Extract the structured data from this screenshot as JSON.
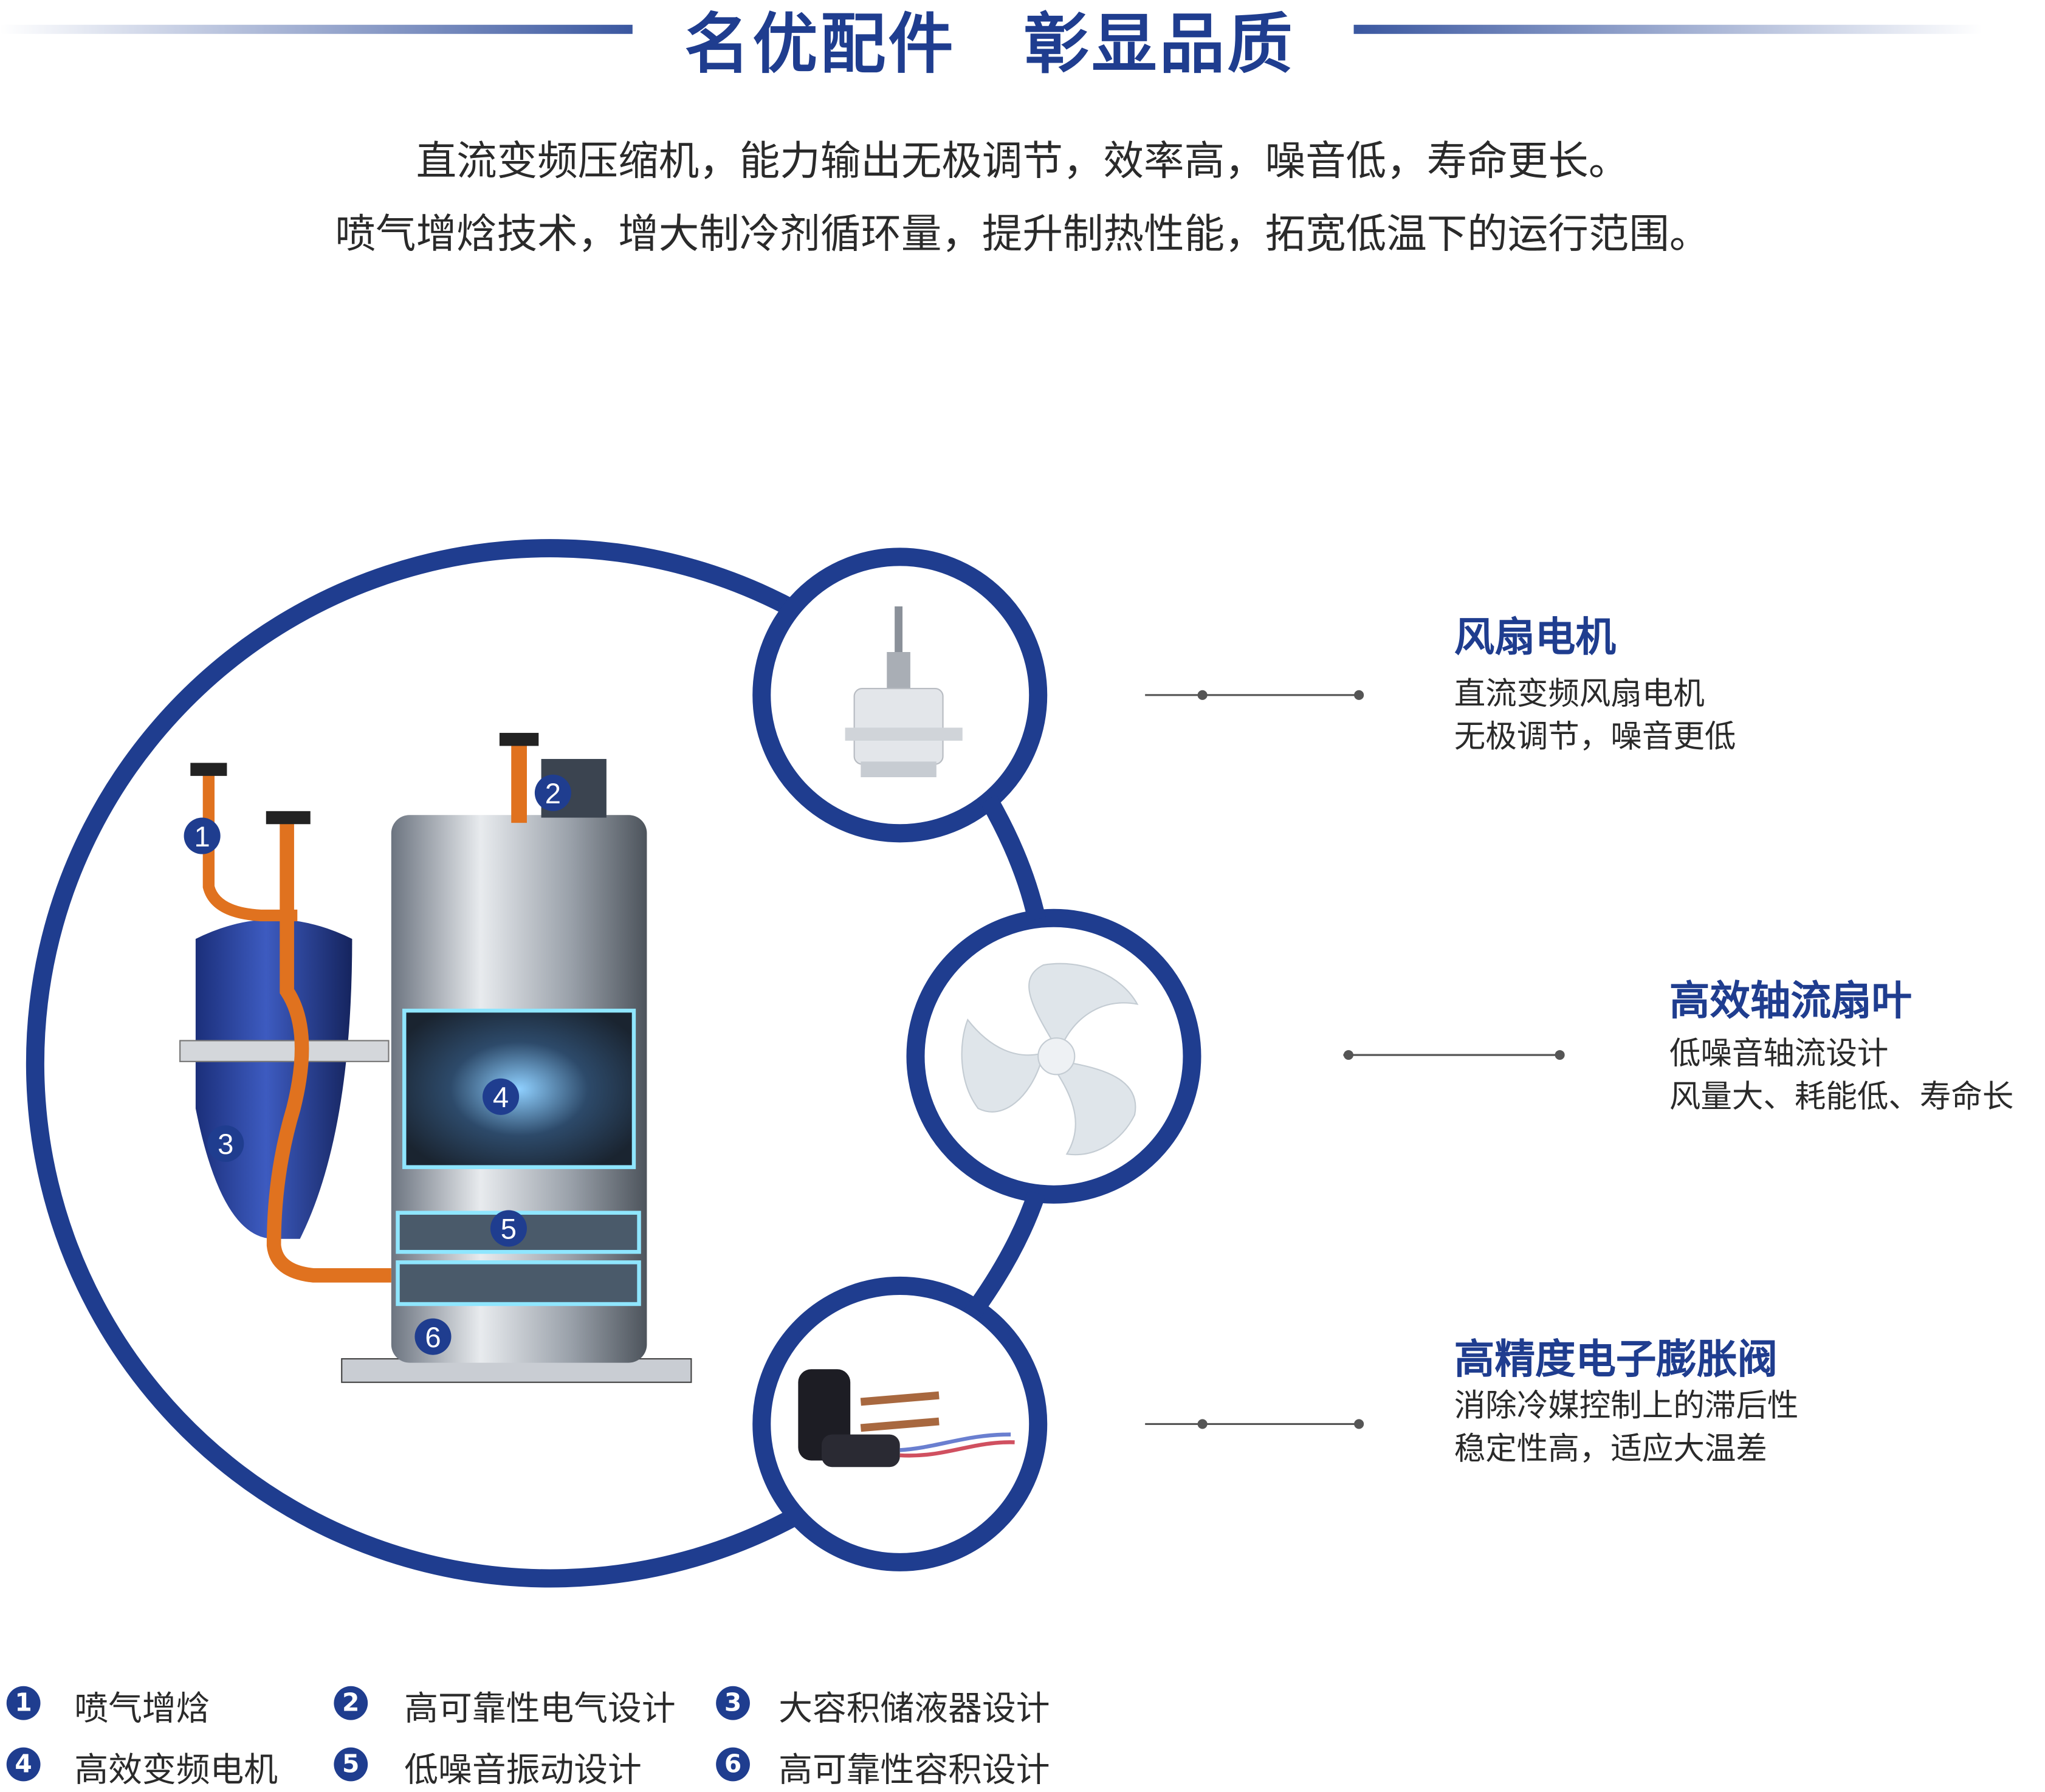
{
  "header": {
    "title": "名优配件　彰显品质",
    "lines": [
      "直流变频压缩机，能力输出无极调节，效率高，噪音低，寿命更长。",
      "喷气增焓技术，增大制冷剂循环量，提升制热性能，拓宽低温下的运行范围。"
    ]
  },
  "features": [
    {
      "title": "风扇电机",
      "lines": [
        "直流变频风扇电机",
        "无极调节，噪音更低"
      ],
      "icon": "fan-motor-icon"
    },
    {
      "title": "高效轴流扇叶",
      "lines": [
        "低噪音轴流设计",
        "风量大、耗能低、寿命长"
      ],
      "icon": "fan-blade-icon"
    },
    {
      "title": "高精度电子膨胀阀",
      "lines": [
        "消除冷媒控制上的滞后性",
        "稳定性高，适应大温差"
      ],
      "icon": "expansion-valve-icon"
    }
  ],
  "markers": [
    "1",
    "2",
    "3",
    "4",
    "5",
    "6"
  ],
  "legend": [
    {
      "num": "1",
      "label": "喷气增焓"
    },
    {
      "num": "2",
      "label": "高可靠性电气设计"
    },
    {
      "num": "3",
      "label": "大容积储液器设计"
    },
    {
      "num": "4",
      "label": "高效变频电机"
    },
    {
      "num": "5",
      "label": "低噪音振动设计"
    },
    {
      "num": "6",
      "label": "高可靠性容积设计"
    }
  ],
  "colors": {
    "accent": "#1f3d8f",
    "text": "#2a2a2a",
    "copper": "#e0721f"
  }
}
